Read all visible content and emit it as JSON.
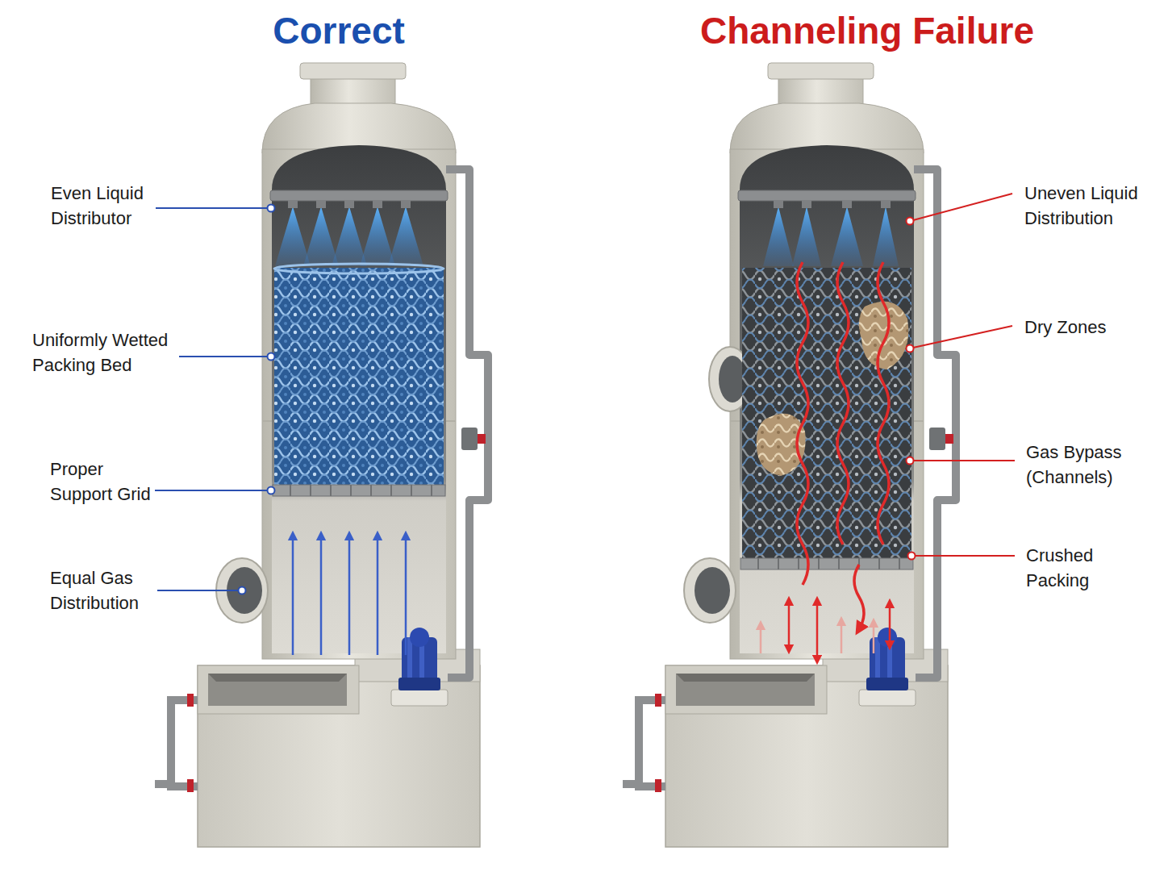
{
  "diagram": {
    "labels": [
      "Correct",
      "Channeling Failure",
      "Even Liquid Distributor",
      "Uniformly Wetted Packing Bed",
      "Proper Support Grid",
      "Equal Gas Distribution",
      "Uneven Liquid Distribution",
      "Dry Zones",
      "Gas Bypass (Channels)",
      "Crushed Packing"
    ]
  }
}
